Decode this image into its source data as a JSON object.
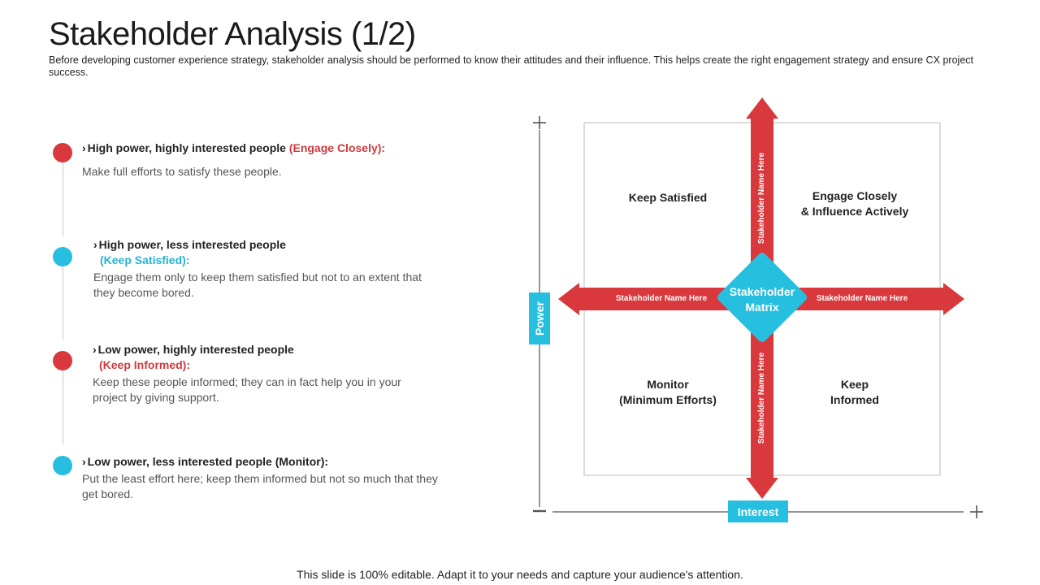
{
  "title": "Stakeholder Analysis (1/2)",
  "subtitle": "Before developing customer experience strategy, stakeholder analysis should be performed  to know their attitudes and their influence. This helps create the right engagement strategy and ensure CX project success.",
  "colors": {
    "red": "#d9393d",
    "blue": "#26bfe0"
  },
  "items": [
    {
      "heading": "High power, highly interested people",
      "tag": "(Engage Closely):",
      "body": "Make full efforts to satisfy these people.",
      "dot": "red"
    },
    {
      "heading": "High power, less interested people",
      "tag": "(Keep Satisfied):",
      "body": "Engage them only to keep them satisfied but not to an extent that they become bored.",
      "dot": "blue"
    },
    {
      "heading": "Low power, highly interested people",
      "tag": "(Keep Informed):",
      "body": "Keep these people informed; they can in fact help you in your project by giving support.",
      "dot": "red"
    },
    {
      "heading": "Low power, less interested people (Monitor):",
      "tag": "",
      "body": "Put the least effort here; keep them informed but not so much that they get bored.",
      "dot": "blue"
    }
  ],
  "matrix": {
    "center": {
      "line1": "Stakeholder",
      "line2": "Matrix"
    },
    "quadrants": {
      "top_left": {
        "line1": "Keep Satisfied",
        "line2": ""
      },
      "top_right": {
        "line1": "Engage Closely",
        "line2": "& Influence Actively"
      },
      "bottom_left": {
        "line1": "Monitor",
        "line2": "(Minimum Efforts)"
      },
      "bottom_right": {
        "line1": "Keep",
        "line2": "Informed"
      }
    },
    "arm_labels": {
      "top": "Stakeholder Name Here",
      "bottom": "Stakeholder Name Here",
      "left": "Stakeholder Name Here",
      "right": "Stakeholder Name Here"
    },
    "axes": {
      "y": "Power",
      "x": "Interest"
    }
  },
  "footer": "This slide is 100% editable. Adapt it to your needs and capture your audience's attention."
}
